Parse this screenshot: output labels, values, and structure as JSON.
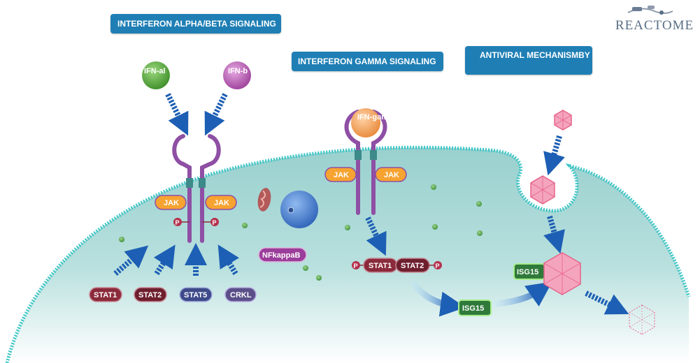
{
  "pathway_buttons": {
    "alpha_beta": "INTERFERON ALPHA/BETA SIGNALING",
    "gamma": "INTERFERON GAMMA SIGNALING",
    "antiviral": "ANTIVIRAL MECHANISMBY I"
  },
  "logo": {
    "text": "REACTOME"
  },
  "ligands": {
    "ifn_alpha": "IFN-al",
    "ifn_beta": "IFN-b",
    "ifn_gamma": "IFN-gam"
  },
  "kinases": {
    "jak_label": "JAK",
    "phospho_label": "P"
  },
  "proteins": {
    "stat1": "STAT1",
    "stat2": "STAT2",
    "stat5": "STAT5",
    "crkl": "CRKL",
    "nfkappab": "NFkappaB",
    "isg15": "ISG15"
  },
  "colors": {
    "button": "#1f7fb5",
    "cell_fill": "#a6d7d5",
    "membrane": "#3fc7c7",
    "receptor": "#8e4fa4",
    "jak": "#f6a331",
    "stat": "#8a2a3a",
    "crkl": "#5b4f8a",
    "isg15": "#2f7a3a",
    "virus": "#e8638a",
    "arrow": "#1d5fb4",
    "ifn_alpha": "#5fae3e",
    "ifn_beta": "#c46ec0",
    "ifn_gamma": "#f3a35a"
  }
}
